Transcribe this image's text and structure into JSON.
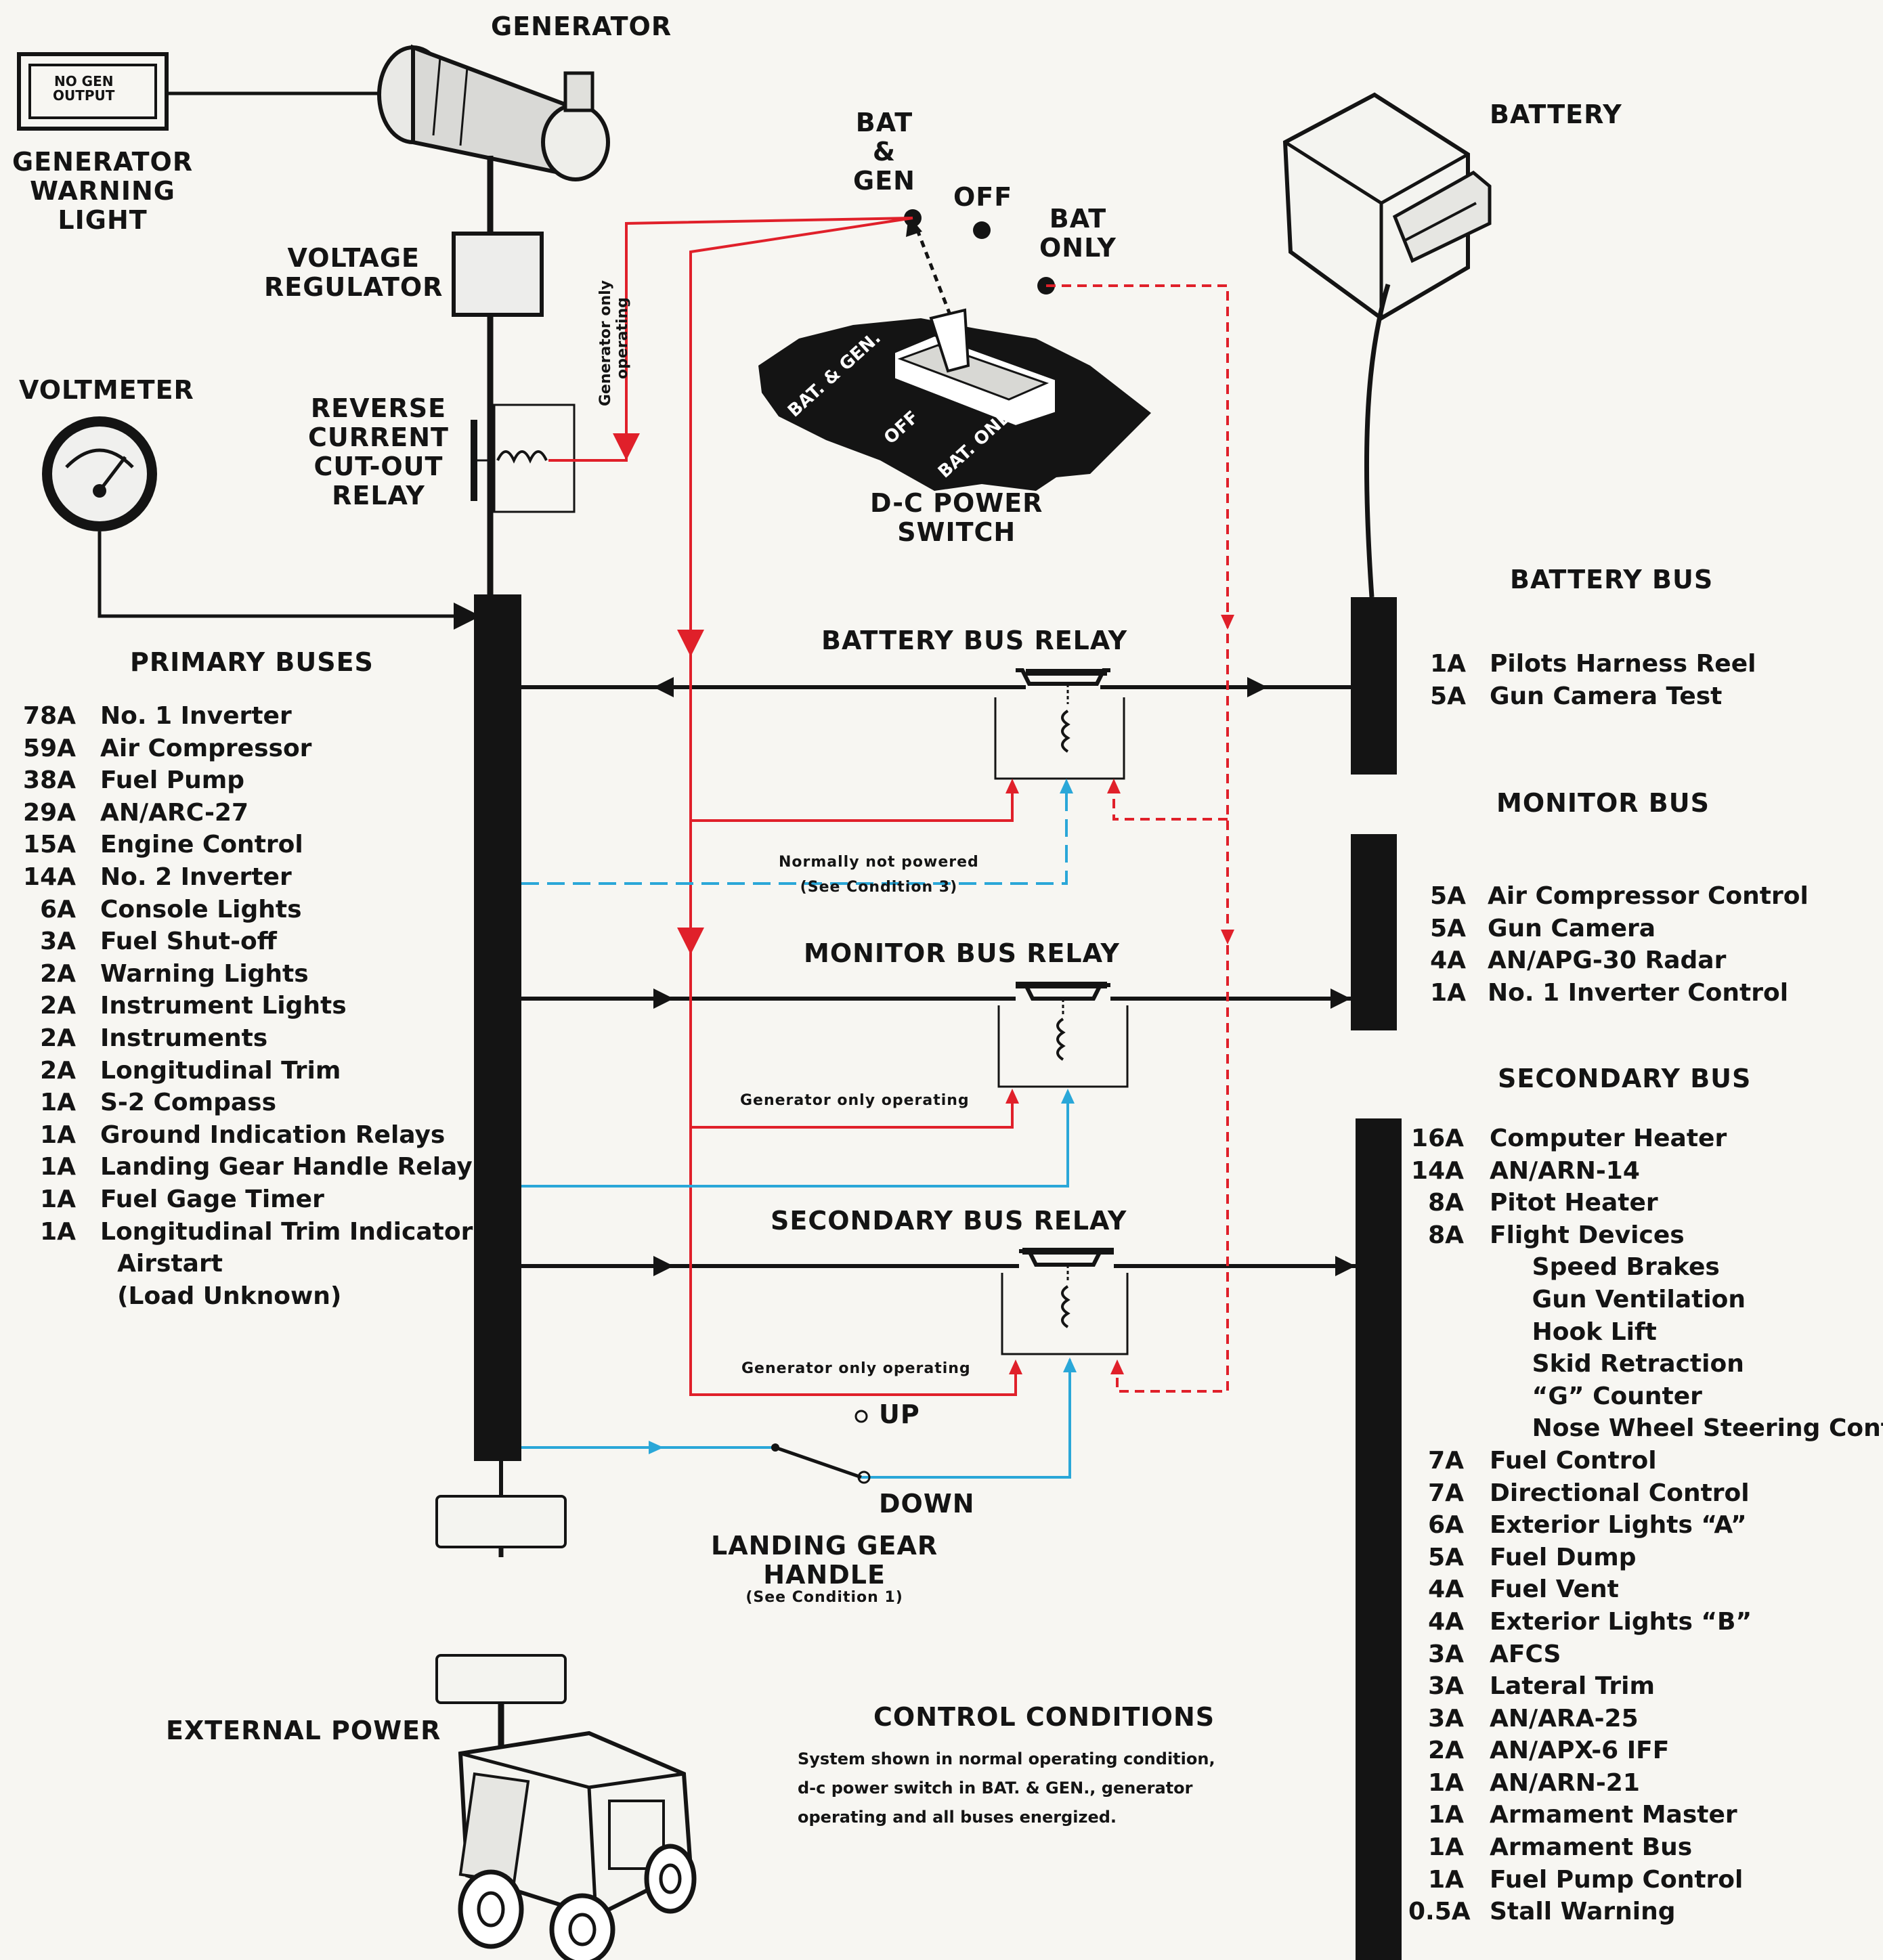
{
  "generator": {
    "title": "GENERATOR",
    "warning_light_face": [
      "NO GEN",
      "OUTPUT"
    ],
    "warning_light_label": [
      "GENERATOR",
      "WARNING",
      "LIGHT"
    ]
  },
  "voltage_regulator": [
    "VOLTAGE",
    "REGULATOR"
  ],
  "voltmeter": "VOLTMETER",
  "reverse_current": [
    "REVERSE",
    "CURRENT",
    "CUT-OUT",
    "RELAY"
  ],
  "dc_switch": {
    "positions": {
      "bat_gen": [
        "BAT",
        "&",
        "GEN"
      ],
      "off": "OFF",
      "bat_only": [
        "BAT",
        "ONLY"
      ]
    },
    "plate_labels": [
      "BAT. & GEN.",
      "OFF",
      "BAT. ONLY"
    ],
    "title": [
      "D-C POWER",
      "SWITCH"
    ],
    "wire_note": [
      "Generator only",
      "operating"
    ]
  },
  "battery": {
    "title": "BATTERY"
  },
  "relays": {
    "battery_bus": "BATTERY BUS RELAY",
    "monitor_bus": "MONITOR BUS RELAY",
    "secondary_bus": "SECONDARY BUS RELAY"
  },
  "wire_notes": {
    "normally_not_powered": [
      "Normally not powered",
      "(See Condition 3)"
    ],
    "gen_only_1": "Generator only operating",
    "gen_only_2": "Generator only operating"
  },
  "landing_gear": {
    "up": "UP",
    "down": "DOWN",
    "title": [
      "LANDING GEAR",
      "HANDLE"
    ],
    "condition": "(See Condition 1)"
  },
  "external_power": "EXTERNAL POWER",
  "control_conditions": {
    "title": "CONTROL CONDITIONS",
    "text": [
      "System shown in normal operating condition,",
      "d-c power switch in BAT. & GEN., generator",
      "operating and all buses energized."
    ]
  },
  "primary_buses": {
    "title": "PRIMARY BUSES",
    "items": [
      {
        "amps": "78A",
        "name": "No. 1 Inverter"
      },
      {
        "amps": "59A",
        "name": "Air Compressor"
      },
      {
        "amps": "38A",
        "name": "Fuel Pump"
      },
      {
        "amps": "29A",
        "name": "AN/ARC-27"
      },
      {
        "amps": "15A",
        "name": "Engine Control"
      },
      {
        "amps": "14A",
        "name": "No. 2 Inverter"
      },
      {
        "amps": "6A",
        "name": "Console Lights"
      },
      {
        "amps": "3A",
        "name": "Fuel Shut-off"
      },
      {
        "amps": "2A",
        "name": "Warning Lights"
      },
      {
        "amps": "2A",
        "name": "Instrument Lights"
      },
      {
        "amps": "2A",
        "name": "Instruments"
      },
      {
        "amps": "2A",
        "name": "Longitudinal Trim"
      },
      {
        "amps": "1A",
        "name": "S-2 Compass"
      },
      {
        "amps": "1A",
        "name": "Ground Indication Relays"
      },
      {
        "amps": "1A",
        "name": "Landing Gear Handle Relay"
      },
      {
        "amps": "1A",
        "name": "Fuel Gage Timer"
      },
      {
        "amps": "1A",
        "name": "Longitudinal Trim Indicator"
      },
      {
        "amps": "",
        "name": "  Airstart"
      },
      {
        "amps": "",
        "name": "  (Load Unknown)"
      }
    ]
  },
  "battery_bus": {
    "title": "BATTERY BUS",
    "items": [
      {
        "amps": "1A",
        "name": "Pilots Harness Reel"
      },
      {
        "amps": "5A",
        "name": "Gun Camera Test"
      }
    ]
  },
  "monitor_bus": {
    "title": "MONITOR BUS",
    "items": [
      {
        "amps": "5A",
        "name": "Air Compressor Control"
      },
      {
        "amps": "5A",
        "name": "Gun Camera"
      },
      {
        "amps": "4A",
        "name": "AN/APG-30 Radar"
      },
      {
        "amps": "1A",
        "name": "No. 1 Inverter Control"
      }
    ]
  },
  "secondary_bus": {
    "title": "SECONDARY BUS",
    "items": [
      {
        "amps": "16A",
        "name": "Computer Heater"
      },
      {
        "amps": "14A",
        "name": "AN/ARN-14"
      },
      {
        "amps": "8A",
        "name": "Pitot Heater"
      },
      {
        "amps": "8A",
        "name": "Flight Devices"
      },
      {
        "amps": "",
        "name": "     Speed Brakes"
      },
      {
        "amps": "",
        "name": "     Gun Ventilation"
      },
      {
        "amps": "",
        "name": "     Hook Lift"
      },
      {
        "amps": "",
        "name": "     Skid Retraction"
      },
      {
        "amps": "",
        "name": "     “G” Counter"
      },
      {
        "amps": "",
        "name": "     Nose Wheel Steering Cont"
      },
      {
        "amps": "7A",
        "name": "Fuel Control"
      },
      {
        "amps": "7A",
        "name": "Directional Control"
      },
      {
        "amps": "6A",
        "name": "Exterior Lights “A”"
      },
      {
        "amps": "5A",
        "name": "Fuel Dump"
      },
      {
        "amps": "4A",
        "name": "Fuel Vent"
      },
      {
        "amps": "4A",
        "name": "Exterior Lights “B”"
      },
      {
        "amps": "3A",
        "name": "AFCS"
      },
      {
        "amps": "3A",
        "name": "Lateral Trim"
      },
      {
        "amps": "3A",
        "name": "AN/ARA-25"
      },
      {
        "amps": "2A",
        "name": "AN/APX-6 IFF"
      },
      {
        "amps": "1A",
        "name": "AN/ARN-21"
      },
      {
        "amps": "1A",
        "name": "Armament Master"
      },
      {
        "amps": "1A",
        "name": "Armament Bus"
      },
      {
        "amps": "1A",
        "name": "Fuel Pump Control"
      },
      {
        "amps": "0.5A",
        "name": "Stall Warning"
      }
    ]
  },
  "colors": {
    "ink": "#141414",
    "red_wire": "#e0202a",
    "blue_wire": "#2aa7d8",
    "background": "#f7f6f2"
  }
}
